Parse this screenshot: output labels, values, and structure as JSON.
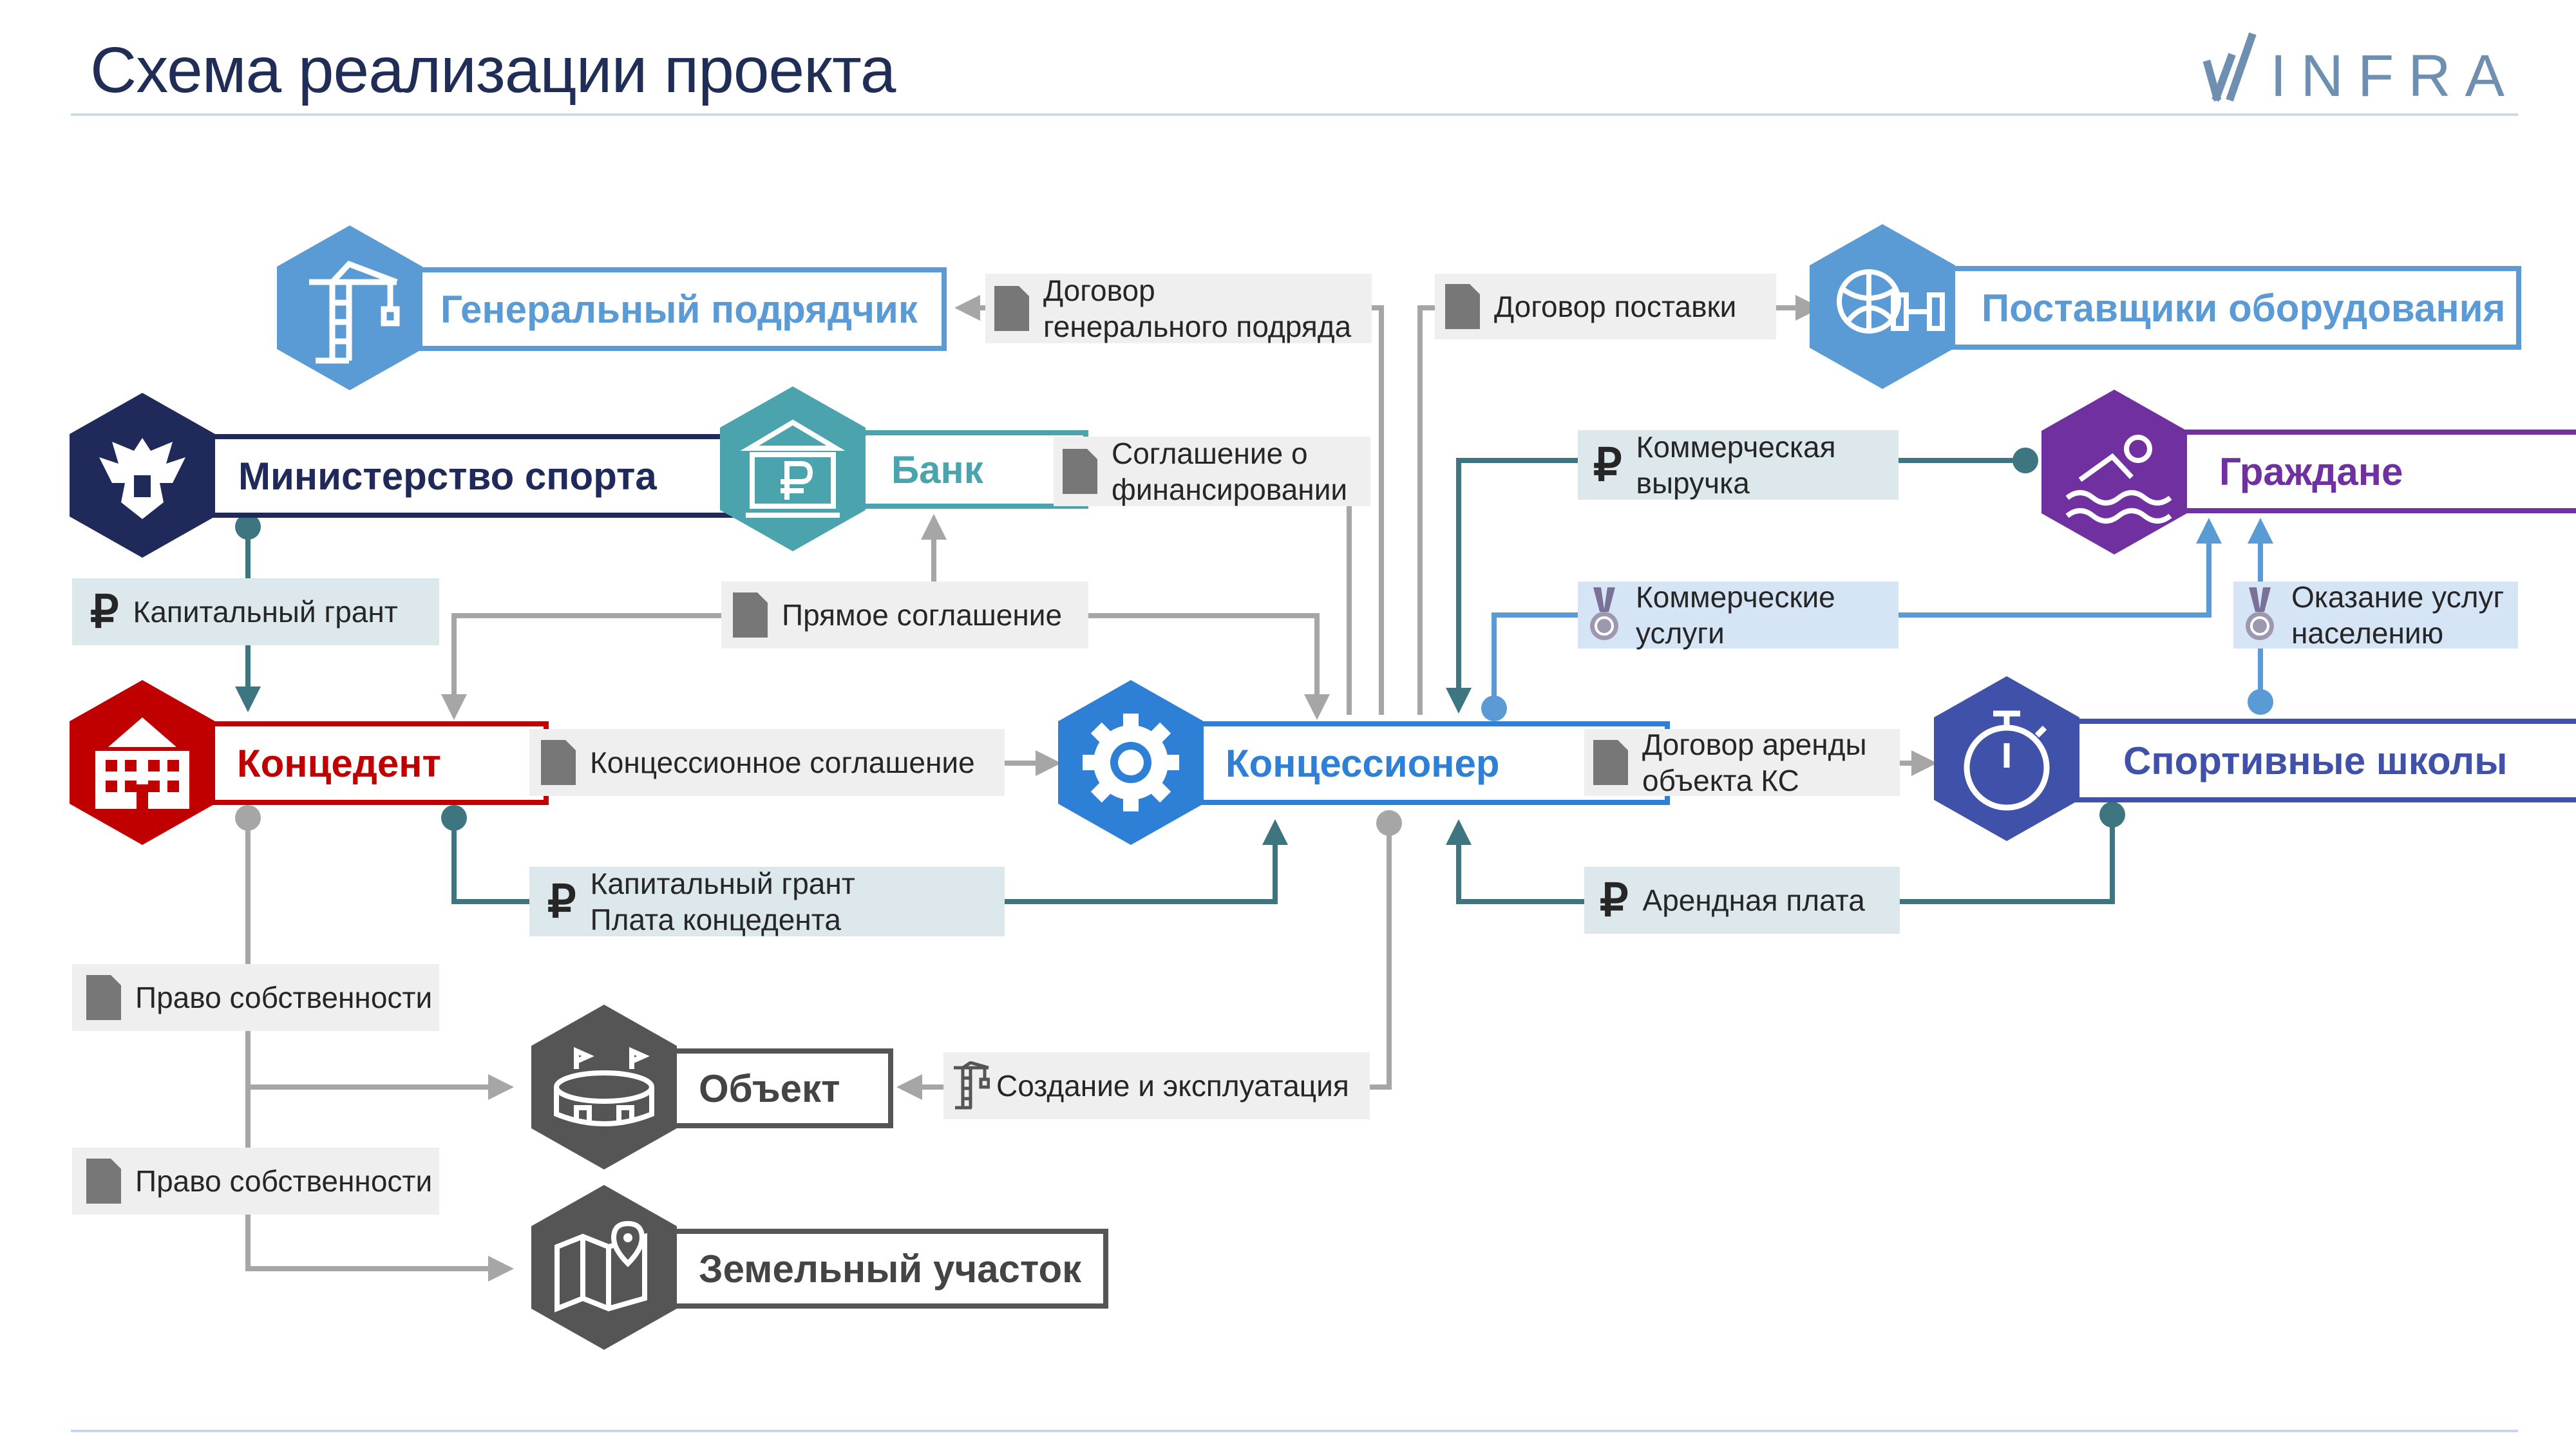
{
  "title": "Схема реализации проекта",
  "logo": {
    "text": "INFRA"
  },
  "colors": {
    "blue_light": "#5b9bd5",
    "navy": "#1f2a5a",
    "teal": "#4aa3ad",
    "red": "#c00000",
    "blue": "#2e7fd6",
    "purple": "#7030a0",
    "indigo": "#3f51a8",
    "gray": "#555555",
    "line_teal": "#3d7580",
    "line_gray": "#a6a6a6",
    "line_blue": "#5b9bd5"
  },
  "nodes": {
    "general_contractor": "Генеральный подрядчик",
    "equipment_suppliers": "Поставщики оборудования",
    "ministry_sport": "Министерство спорта",
    "bank": "Банк",
    "citizens": "Граждане",
    "grantor": "Концедент",
    "concessionaire": "Концессионер",
    "sport_schools": "Спортивные школы",
    "object": "Объект",
    "land_plot": "Земельный участок"
  },
  "labels": {
    "gen_contract_l1": "Договор",
    "gen_contract_l2": "генерального подряда",
    "supply_contract": "Договор поставки",
    "financing_l1": "Соглашение о",
    "financing_l2": "финансировании",
    "commercial_revenue_l1": "Коммерческая",
    "commercial_revenue_l2": "выручка",
    "capital_grant": "Капитальный грант",
    "direct_agreement": "Прямое соглашение",
    "commercial_services_l1": "Коммерческие",
    "commercial_services_l2": "услуги",
    "public_services_l1": "Оказание услуг",
    "public_services_l2": "населению",
    "concession_agreement": "Концессионное соглашение",
    "lease_contract_l1": "Договор аренды",
    "lease_contract_l2": "объекта КС",
    "grant_payment_l1": "Капитальный грант",
    "grant_payment_l2": "Плата концедента",
    "rent": "Арендная плата",
    "ownership_1": "Право собственности",
    "build_operate": "Создание и эксплуатация",
    "ownership_2": "Право собственности",
    "ruble": "₽"
  }
}
